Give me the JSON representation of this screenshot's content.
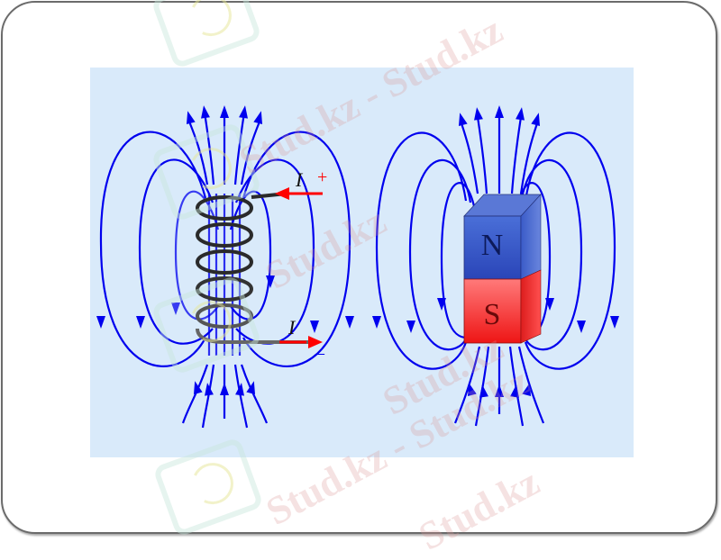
{
  "slide": {
    "background": "#ffffff",
    "frame_border_color": "#6b6b6b"
  },
  "figure": {
    "panel_background": "#d9eafa",
    "field_line_color": "#0000ee",
    "left_diagram": {
      "name": "solenoid",
      "current_label_top": "I",
      "current_label_bottom": "I",
      "terminal_top": "+",
      "terminal_bottom": "–",
      "coil_color": "#2a2a2a",
      "arrow_color": "#ff0000"
    },
    "right_diagram": {
      "name": "bar-magnet",
      "north_label": "N",
      "south_label": "S",
      "north_color": "#3355cc",
      "south_color": "#ee2b2b"
    }
  },
  "watermarks": {
    "text_1": "Stud.kz - Stud.kz",
    "text_2": "Stud.kz",
    "text_3": "Stud.kz",
    "text_4": "Stud.kz",
    "text_5": "Stud.kz - Stud.kz"
  }
}
